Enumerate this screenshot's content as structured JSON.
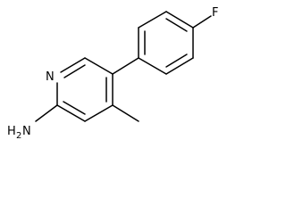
{
  "molecule": {
    "atoms": {
      "nitrogen": "N",
      "fluorine": "F",
      "amine_h": "H",
      "amine_subscript": "2",
      "amine_n": "N"
    }
  }
}
